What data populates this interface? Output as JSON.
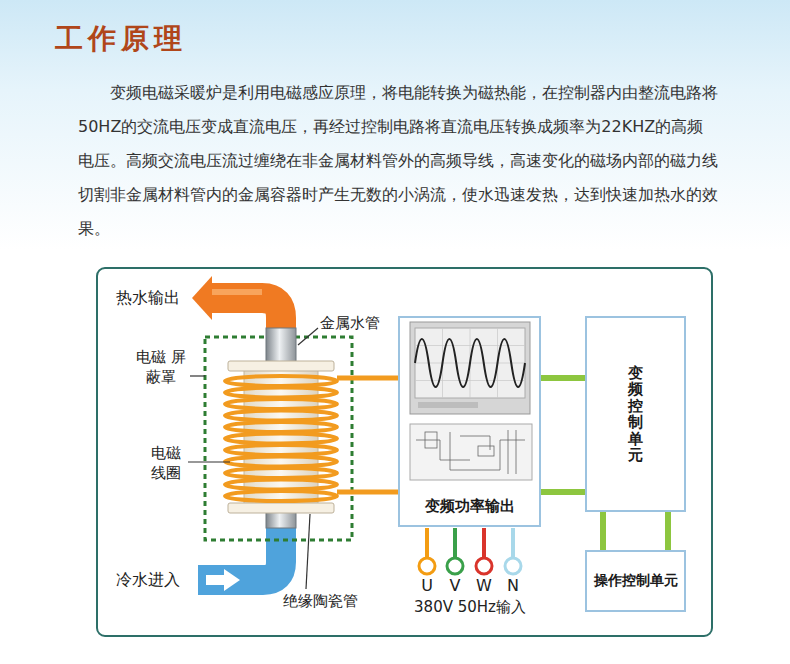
{
  "diagram": {
    "title": "工作原理",
    "nodes": [
      {
        "text": [
          "变频功率输出"
        ]
      },
      {
        "text": [
          "变频控制单元"
        ]
      },
      {
        "text": [
          "操作控制单元"
        ]
      }
    ],
    "edges": [
      {
        "from": 0,
        "to": 1,
        "arrow": "none"
      },
      {
        "from": 0,
        "to": 1,
        "arrow": "none"
      },
      {
        "from": 1,
        "to": 2,
        "arrow": "none"
      },
      {
        "from": 1,
        "to": 2,
        "arrow": "none"
      }
    ],
    "labels": [
      "变频电磁采暖炉是利用电磁感应原理，将电能转换为磁热能，在控制器内由整流电路将50HZ的交流电压变成直流电压，再经过控制电路将直流电压转换成频率为22KHZ的高频电压。高频交流电压流过缠绕在非金属材料管外的高频导线，高速变化的磁场内部的磁力线切割非金属材料管内的金属容器时产生无数的小涡流，使水迅速发热，达到快速加热水的效果。",
      "热水输出",
      "电磁 屏蔽罩",
      "金属水管",
      "电磁 线圈",
      "冷水进入",
      "绝缘陶瓷管",
      "U",
      "V",
      "W",
      "N",
      "380V 50Hz输入"
    ]
  }
}
